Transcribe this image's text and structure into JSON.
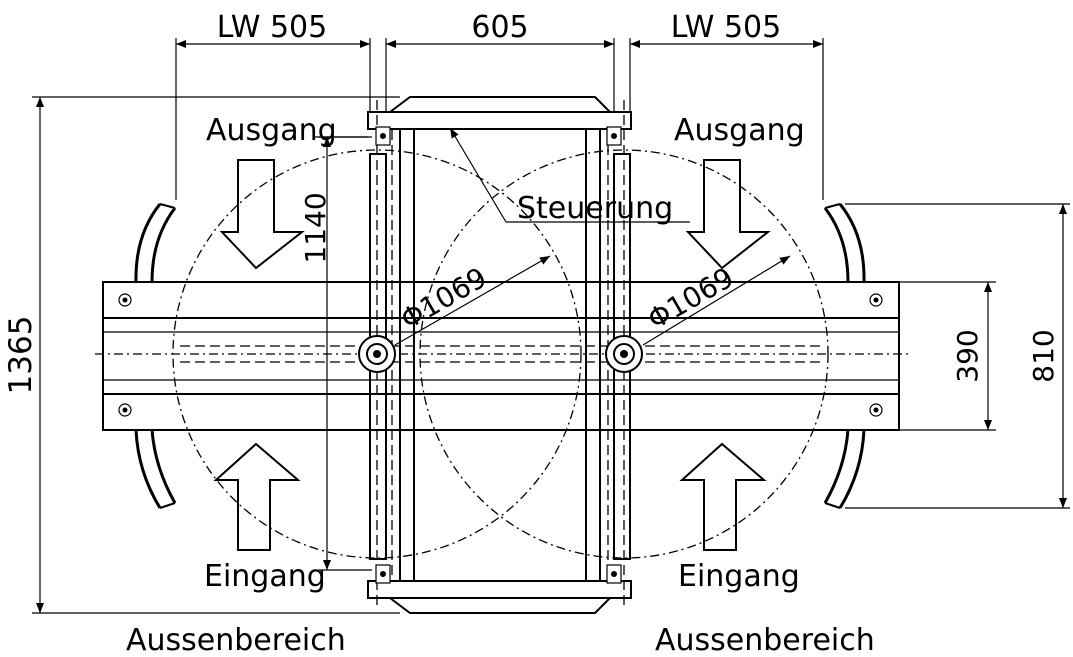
{
  "dimensions": {
    "lw_left": "LW 505",
    "center_width": "605",
    "lw_right": "LW 505",
    "total_height": "1365",
    "inner_height": "1140",
    "belt_height": "390",
    "guide_height": "810",
    "diameter_left": "Φ1069",
    "diameter_right": "Φ1069"
  },
  "labels": {
    "exit_left": "Ausgang",
    "exit_right": "Ausgang",
    "control": "Steuerung",
    "entry_left": "Eingang",
    "entry_right": "Eingang",
    "outside_left": "Aussenbereich",
    "outside_right": "Aussenbereich"
  },
  "icons": [
    "arrow-down-icon",
    "arrow-up-icon",
    "screw-icon",
    "turntable-pivot-icon"
  ]
}
